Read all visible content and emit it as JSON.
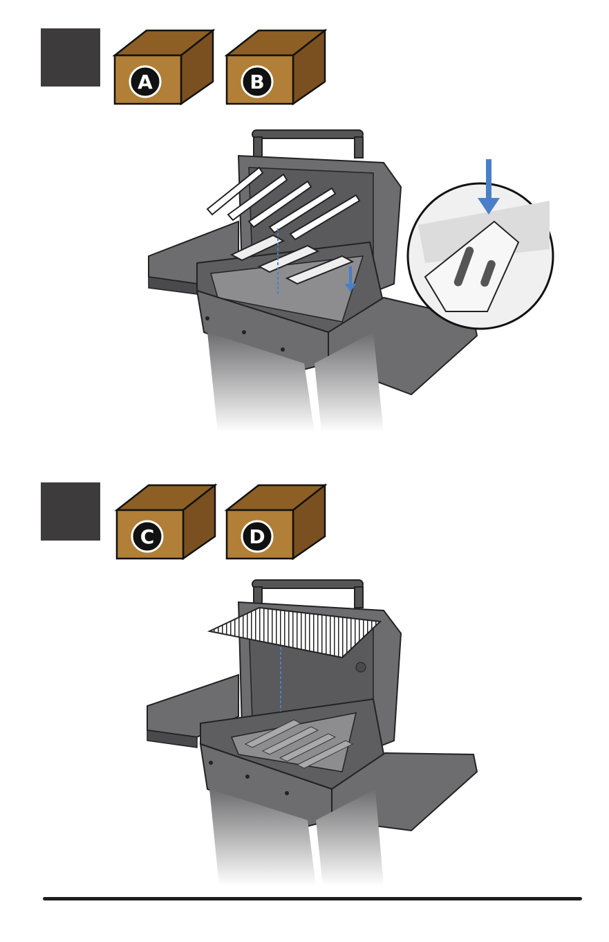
{
  "step1": {
    "parts": [
      "A",
      "B"
    ],
    "colors": {
      "step_block": "#3d3b3c",
      "box_front": "#b17f37",
      "box_top": "#8d5f24",
      "grill_body": "#6d6c6e",
      "arrow": "#4a7fc7"
    }
  },
  "step2": {
    "parts": [
      "C",
      "D"
    ]
  }
}
